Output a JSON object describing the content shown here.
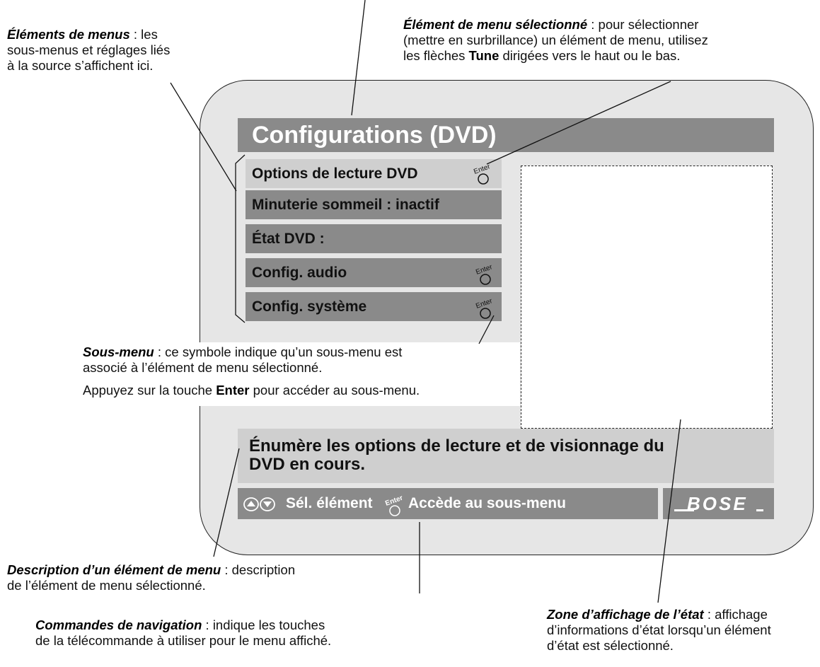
{
  "screen": {
    "title": "Configurations (DVD)",
    "menu_items": [
      {
        "label": "Options de lecture DVD",
        "has_submenu": true,
        "selected": true
      },
      {
        "label": "Minuterie sommeil : inactif",
        "has_submenu": false,
        "selected": false
      },
      {
        "label": "État DVD :",
        "has_submenu": false,
        "selected": false
      },
      {
        "label": "Config. audio",
        "has_submenu": true,
        "selected": false
      },
      {
        "label": "Config. système",
        "has_submenu": true,
        "selected": false
      }
    ],
    "description_line1": "Énumère les options de lecture et de visionnage du",
    "description_line2": "DVD en cours.",
    "nav_select": "Sél. élément",
    "nav_enter": "Accède au sous-menu",
    "logo": "BOSE",
    "enter_icon_text": "Enter"
  },
  "callouts": {
    "menu_elements": {
      "term": "Éléments de menus",
      "line1": " : les",
      "line2": "sous-menus et réglages liés",
      "line3": "à la source s’affichent ici."
    },
    "selected_item": {
      "term": "Élément de menu sélectionné",
      "line1": " : pour sélectionner",
      "line2": "(mettre en surbrillance) un élément de menu, utilisez",
      "line3_pre": "les flèches ",
      "line3_key": "Tune",
      "line3_post": " dirigées vers le haut ou le bas."
    },
    "submenu": {
      "term": "Sous-menu",
      "line1": " : ce symbole indique qu’un sous-menu est",
      "line2": "associé à l’élément de menu sélectionné.",
      "line3_pre": "Appuyez sur la touche ",
      "line3_key": "Enter",
      "line3_post": " pour accéder au sous-menu."
    },
    "item_description": {
      "term": "Description d’un élément de menu",
      "line1": " : description",
      "line2": "de l’élément de menu sélectionné."
    },
    "navigation": {
      "term": "Commandes de navigation",
      "line1": " : indique les touches",
      "line2": "de la télécommande à utiliser pour le menu affiché."
    },
    "status_area": {
      "term": "Zone d’affichage de l’état",
      "line1": " : affichage",
      "line2": "d’informations d’état lorsqu’un élément",
      "line3": "d’état est sélectionné."
    }
  },
  "colors": {
    "dark_bar": "#8a8a8a",
    "light_bar": "#cfcfcf",
    "tv_background": "#e6e6e6"
  }
}
